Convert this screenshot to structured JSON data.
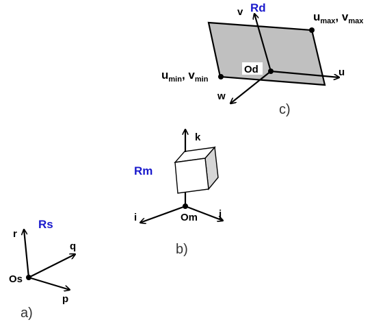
{
  "colors": {
    "frame_label": "#1a1acc",
    "plane_fill": "#c0c0c0",
    "stroke": "#000000",
    "cube_shade": "#d6d6d6"
  },
  "diagram": {
    "panel_a": {
      "caption": "a)",
      "frame_name": "Rs",
      "origin": "Os",
      "axes": {
        "p": "p",
        "q": "q",
        "r": "r"
      }
    },
    "panel_b": {
      "caption": "b)",
      "frame_name": "Rm",
      "origin": "Om",
      "axes": {
        "i": "i",
        "j": "j",
        "k": "k"
      }
    },
    "panel_c": {
      "caption": "c)",
      "frame_name": "Rd",
      "origin": "Od",
      "axes": {
        "u": "u",
        "v": "v",
        "w": "w"
      },
      "corner_min": {
        "u": "u",
        "u_sub": "min",
        "sep": ", ",
        "v": "v",
        "v_sub": "min"
      },
      "corner_max": {
        "u": "u",
        "u_sub": "max",
        "sep": ", ",
        "v": "v",
        "v_sub": "max"
      }
    }
  }
}
